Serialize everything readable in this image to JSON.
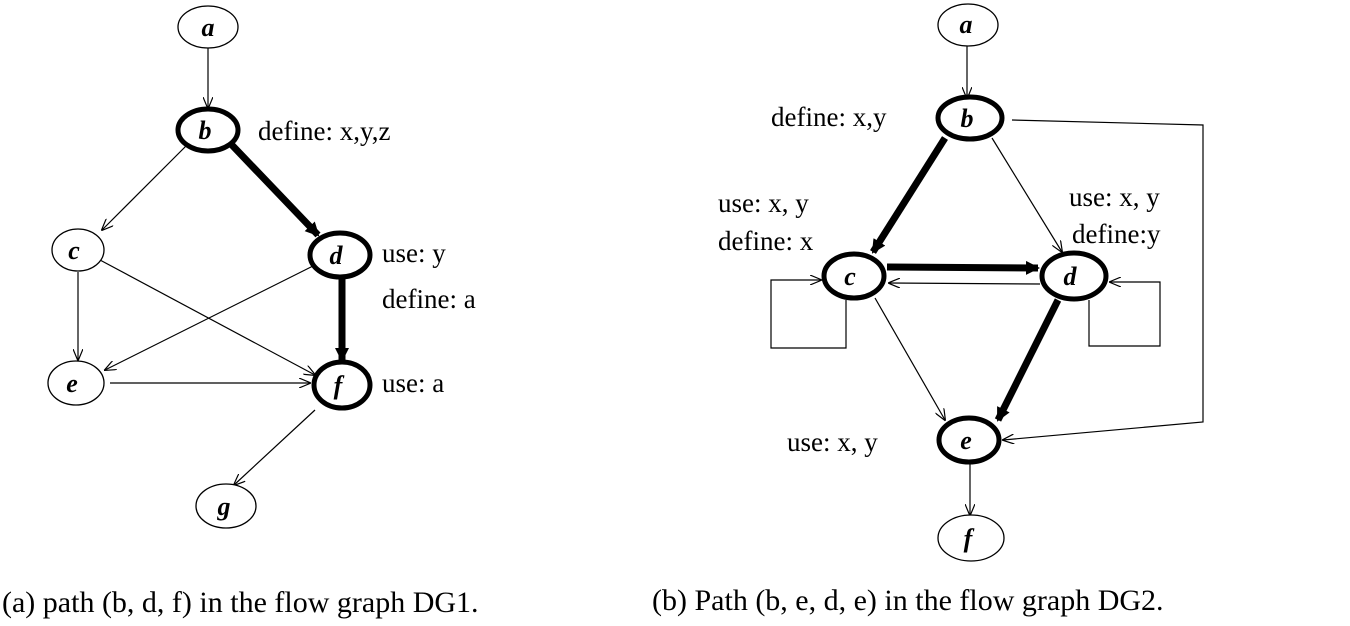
{
  "diagram_a": {
    "nodes": {
      "a": {
        "label": "a"
      },
      "b": {
        "label": "b"
      },
      "c": {
        "label": "c"
      },
      "d": {
        "label": "d"
      },
      "e": {
        "label": "e"
      },
      "f": {
        "label": "f"
      },
      "g": {
        "label": "g"
      }
    },
    "annotations": {
      "b_define": "define: x,y,z",
      "d_use": "use: y",
      "d_define": "define: a",
      "f_use": "use: a"
    },
    "caption": "(a) path (b, d, f) in the flow graph DG1."
  },
  "diagram_b": {
    "nodes": {
      "a": {
        "label": "a"
      },
      "b": {
        "label": "b"
      },
      "c": {
        "label": "c"
      },
      "d": {
        "label": "d"
      },
      "e": {
        "label": "e"
      },
      "f": {
        "label": "f"
      }
    },
    "annotations": {
      "b_define": "define: x,y",
      "c_use": "use: x, y",
      "c_define": "define: x",
      "d_use": "use: x, y",
      "d_define": "define:y",
      "e_use": "use: x, y"
    },
    "caption": "(b) Path (b, e, d, e) in the flow graph DG2."
  }
}
